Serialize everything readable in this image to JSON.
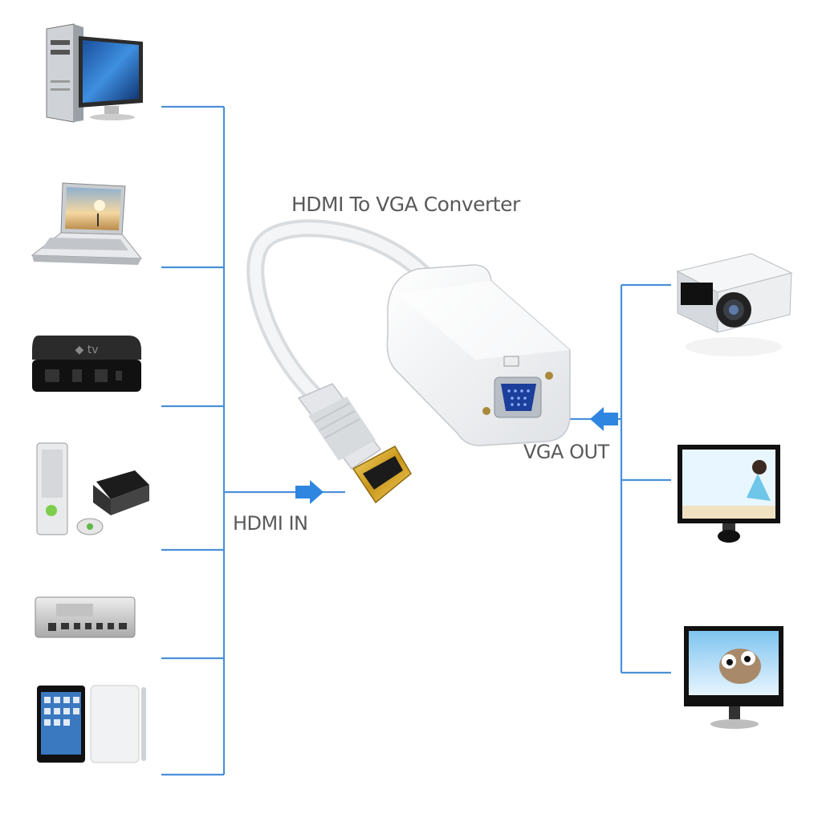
{
  "title": "HDMI To VGA Converter",
  "labels": {
    "input": "HDMI IN",
    "output": "VGA OUT"
  },
  "colors": {
    "connector_line": "#4a90d9",
    "arrow": "#2f86e0",
    "label_text": "#5a5a5a",
    "hdmi_tip": "#d4a017"
  },
  "source_devices": [
    {
      "icon": "desktop-computer-icon"
    },
    {
      "icon": "laptop-icon"
    },
    {
      "icon": "apple-tv-icon"
    },
    {
      "icon": "game-console-icon"
    },
    {
      "icon": "mac-mini-icon"
    },
    {
      "icon": "tablet-icon"
    }
  ],
  "display_devices": [
    {
      "icon": "projector-icon"
    },
    {
      "icon": "monitor-icon"
    },
    {
      "icon": "tv-icon"
    }
  ]
}
